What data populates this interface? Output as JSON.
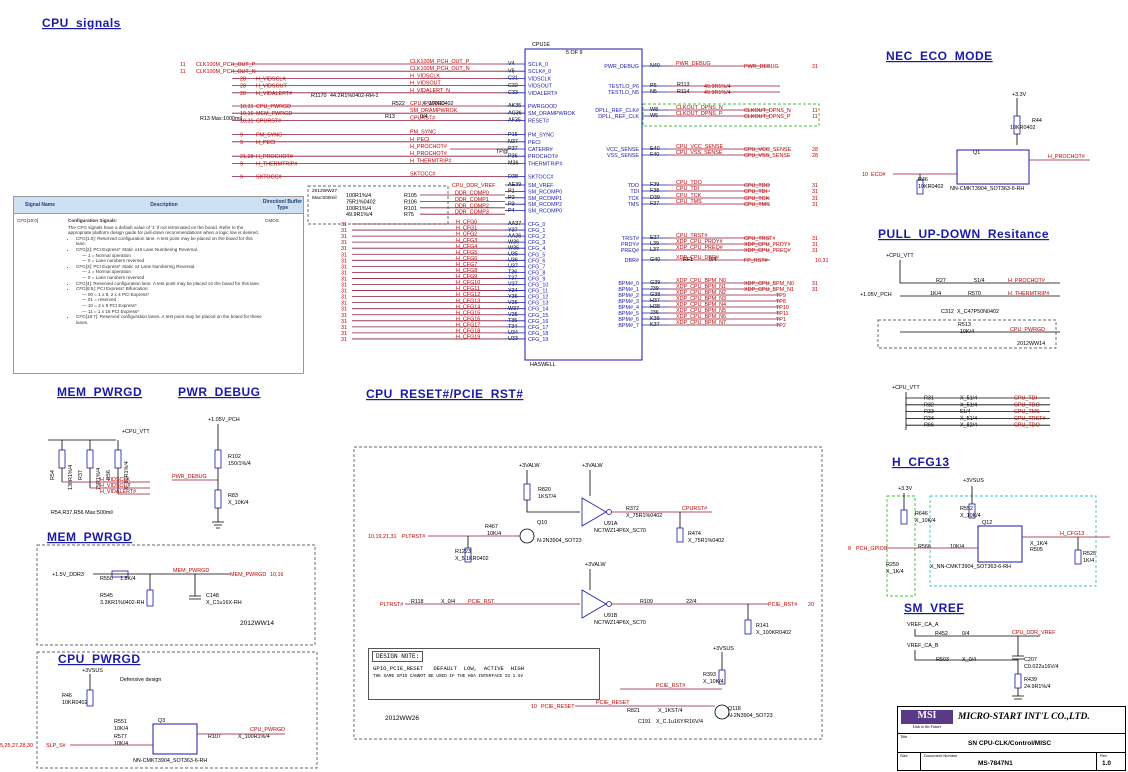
{
  "sections": {
    "cpu_signals": "CPU_signals",
    "nec_eco_mode": "NEC_ECO_MODE",
    "pull_up_down": "PULL_UP-DOWN_Resitance",
    "mem_pwrgd_1": "MEM_PWRGD",
    "pwr_debug": "PWR_DEBUG",
    "cpu_reset": "CPU_RESET#/PCIE_RST#",
    "mem_pwrgd_2": "MEM_PWRGD",
    "cpu_pwrgd": "CPU_PWRGD",
    "h_cfg13": "H_CFG13",
    "sm_vref": "SM_VREF"
  },
  "cpu": {
    "ref": "CPU1E",
    "part": "5 OF 9",
    "name": "HASWELL",
    "left_pins": [
      "SCLK_0",
      "SCLK#_0",
      "VIDSCLK",
      "VIDSOUT",
      "VIDALERT#",
      "PWRGOOD",
      "SM_DRAMPWROK",
      "RESET#",
      "PM_SYNC",
      "PECI",
      "CATERR#",
      "PROCHOT#",
      "THERMTRIP#",
      "SKTOCC#",
      "SM_VREF",
      "SM_RCOMP0",
      "SM_RCOMP1",
      "SM_RCOMP2",
      "SM_RCOMP0",
      "CFG_0",
      "CFG_1",
      "CFG_2",
      "CFG_3",
      "CFG_4",
      "CFG_5",
      "CFG_6",
      "CFG_7",
      "CFG_8",
      "CFG_9",
      "CFG_10",
      "CFG_11",
      "CFG_12",
      "CFG_13",
      "CFG_14",
      "CFG_15",
      "CFG_16",
      "CFG_17",
      "CFG_18",
      "CFG_19"
    ],
    "left_numbers": [
      "V4",
      "V5",
      "C31",
      "C32",
      "C33",
      "AK35",
      "AG36",
      "AF35",
      "P16",
      "N37",
      "P37",
      "P36",
      "M36",
      "D38",
      "AE39",
      "P1",
      "P2",
      "P3",
      "P4",
      "AA37",
      "Y37",
      "AA36",
      "W36",
      "W35",
      "U35",
      "U36",
      "U37",
      "T36",
      "T37",
      "V37",
      "Y34",
      "Y36",
      "V36",
      "W37",
      "V35",
      "T35",
      "T34",
      "U34",
      "U33"
    ],
    "right_pins": [
      "PWR_DEBUG",
      "TESTLO_P6",
      "TESTLO_N5",
      "DPLL_REF_CLK#",
      "DPLL_REF_CLK",
      "VCC_SENSE",
      "VSS_SENSE",
      "TDO",
      "TDI",
      "TCK",
      "TMS",
      "TRST#",
      "PRDY#",
      "PREQ#",
      "DBR#",
      "BPM#_0",
      "BPM#_1",
      "BPM#_2",
      "BPM#_3",
      "BPM#_4",
      "BPM#_5",
      "BPM#_6",
      "BPM#_7"
    ],
    "right_numbers": [
      "N40",
      "P6",
      "N5",
      "W8",
      "W5",
      "E40",
      "F40",
      "F39",
      "F38",
      "D39",
      "F37",
      "E37",
      "L39",
      "L37",
      "G40",
      "G39",
      "J39",
      "G38",
      "H37",
      "H38",
      "J36",
      "K39",
      "K37"
    ]
  },
  "left_nets": [
    {
      "page": "11",
      "net": "CLK100M_PCH_OUT_P",
      "inner": "CLK100M_PCH_OUT_P"
    },
    {
      "page": "11",
      "net": "CLK100M_PCH_OUT_N",
      "inner": "CLK100M_PCH_OUT_N"
    },
    {
      "page": "28",
      "net": "H_VIDSCLK",
      "inner": "H_VIDSCLK"
    },
    {
      "page": "28",
      "net": "H_VIDSOUT",
      "inner": "H_VIDSOUT"
    },
    {
      "page": "28",
      "net": "H_VIDALERT#",
      "inner": "H_VIDALERT_N"
    },
    {
      "page": "10,31",
      "net": "CPU_PWRGD",
      "inner": "CPU_PWRGD"
    },
    {
      "page": "10,16",
      "net": "MEM_PWRGD",
      "inner": "SM_DRAMPWROK"
    },
    {
      "page": "10,31",
      "net": "CPURST#",
      "inner": "CPURST#"
    },
    {
      "page": "9",
      "net": "PM_SYNC",
      "inner": "PM_SYNC"
    },
    {
      "page": "9",
      "net": "H_PECI",
      "inner": "H_PECI"
    },
    {
      "page": "",
      "net": "",
      "inner": "H_PROCHOT#"
    },
    {
      "page": "21,28",
      "net": "H_PROCHOT#",
      "inner": "H_PROCHOT#"
    },
    {
      "page": "9",
      "net": "H_THERMTRIP#",
      "inner": "H_THERMTRIP#"
    },
    {
      "page": "9",
      "net": "SKTOCC#",
      "inner": "SKTOCC#"
    }
  ],
  "left_refs": {
    "r1170": "R1170",
    "r1170_val": "44.2R1%0402-RH-1",
    "r522": "R522",
    "r522_val": "X_100R0402",
    "r13": "R13",
    "r13_val": "0/4",
    "r13_note": "R13 Max:1000mil",
    "tp": "TP@"
  },
  "rcomp": {
    "net": "CPU_DDR_VREF",
    "note": "2012WW27",
    "note2": "Max:500mil",
    "resistors": [
      {
        "ref": "R105",
        "val": "100R1%/4",
        "net": "DDR_COMP0"
      },
      {
        "ref": "R106",
        "val": "75R1%0402",
        "net": "DDR_COMP1"
      },
      {
        "ref": "R101",
        "val": "100R1%/4",
        "net": "DDR_COMP2"
      },
      {
        "ref": "R75",
        "val": "49.9R1%/4",
        "net": "DDR_COMP3"
      }
    ]
  },
  "cfg_nets": [
    "H_CFG0",
    "H_CFG1",
    "H_CFG2",
    "H_CFG3",
    "H_CFG4",
    "H_CFG5",
    "H_CFG6",
    "H_CFG7",
    "H_CFG8",
    "H_CFG9",
    "H_CFG10",
    "H_CFG11",
    "H_CFG12",
    "H_CFG13",
    "H_CFG14",
    "H_CFG15",
    "H_CFG16",
    "H_CFG17",
    "H_CFG18",
    "H_CFG19"
  ],
  "cfg_page": "31",
  "right_nets": [
    {
      "inner": "PWR_DEBUG",
      "outer": "PWR_DEBUG",
      "page": "31"
    },
    {
      "inner": "R113",
      "outer": "49.9R1%/4",
      "page": ""
    },
    {
      "inner": "R114",
      "outer": "49.9R1%/4",
      "page": ""
    },
    {
      "inner": "CLKOUT_DPNS_N",
      "outer": "CLKOUT_DPNS_N",
      "page": "11"
    },
    {
      "inner": "CLKOUT_DPNS_P",
      "outer": "CLKOUT_DPNS_P",
      "page": "11"
    },
    {
      "inner": "CPU_VCC_SENSE",
      "outer": "CPU_VCC_SENSE",
      "page": "28"
    },
    {
      "inner": "CPU_VSS_SENSE",
      "outer": "CPU_VSS_SENSE",
      "page": "28"
    },
    {
      "inner": "CPU_TDO",
      "outer": "CPU_TDO",
      "page": "31"
    },
    {
      "inner": "CPU_TDI",
      "outer": "CPU_TDI",
      "page": "31"
    },
    {
      "inner": "CPU_TCK",
      "outer": "CPU_TCK",
      "page": "31"
    },
    {
      "inner": "CPU_TMS",
      "outer": "CPU_TMS",
      "page": "31"
    },
    {
      "inner": "CPU_TRST#",
      "outer": "CPU_TRST#",
      "page": "31"
    },
    {
      "inner": "XDP_CPU_PRDY#",
      "outer": "XDP_CPU_PRDY#",
      "page": "31"
    },
    {
      "inner": "XDP_CPU_PREQ#",
      "outer": "XDP_CPU_PREQ#",
      "page": "31"
    },
    {
      "inner": "XDP_CPU_DBR#",
      "outer": "FP_RST#",
      "page": "10,31"
    },
    {
      "inner": "XDP_CPU_BPM_N0",
      "outer": "XDP_CPU_BPM_N0",
      "page": "31"
    },
    {
      "inner": "XDP_CPU_BPM_N1",
      "outer": "XDP_CPU_BPM_N1",
      "page": "31"
    },
    {
      "inner": "XDP_CPU_BPM_N2",
      "outer": "TP9",
      "page": ""
    },
    {
      "inner": "XDP_CPU_BPM_N3",
      "outer": "TP8",
      "page": ""
    },
    {
      "inner": "XDP_CPU_BPM_N4",
      "outer": "TP10",
      "page": ""
    },
    {
      "inner": "XDP_CPU_BPM_N5",
      "outer": "TP11",
      "page": ""
    },
    {
      "inner": "XDP_CPU_BPM_N6",
      "outer": "TP1",
      "page": ""
    },
    {
      "inner": "XDP_CPU_BPM_N7",
      "outer": "TP2",
      "page": ""
    }
  ],
  "right_refs": {
    "r113": "R113",
    "r114": "R114",
    "rf1": "RF1",
    "rf1_val": "0/4"
  },
  "sig_table": {
    "h_name": "Signal Name",
    "h_desc": "Description",
    "h_dir": "Direction/ Buffer Type",
    "name": "CFG[19:0]",
    "dir": "CMOS",
    "title": "Configuration Signals:",
    "intro": "The CFG signals have a default value of '1' if not terminated on the board. Refer to the appropriate platform design guide for pull-down recommendations when a logic low is desired.",
    "items": [
      {
        "t": "CFG[1:0]: Reserved configuration lane. A test point may be placed on the board for this lane.",
        "sub": false
      },
      {
        "t": "CFG[2]: PCI Express* Static x16 Lane Numbering Reversal.",
        "sub": false
      },
      {
        "t": "— 1 = Normal operation",
        "sub": true
      },
      {
        "t": "— 0 = Lane numbers reversed",
        "sub": true
      },
      {
        "t": "CFG[3]: PCI Express* Static x4 Lane Numbering Reversal.",
        "sub": false
      },
      {
        "t": "— 1 = Normal operation",
        "sub": true
      },
      {
        "t": "— 0 = Lane numbers reversed",
        "sub": true
      },
      {
        "t": "CFG[4]: Reserved configuration lane. A test point may be placed on the board for this lane.",
        "sub": false
      },
      {
        "t": "CFG[6:5]: PCI Express* Bifurcation:",
        "sub": false
      },
      {
        "t": "— 00 = 1 x 8, 2 x 4 PCI Express*",
        "sub": true
      },
      {
        "t": "— 01 = reserved",
        "sub": true
      },
      {
        "t": "— 10 = 2 x 8 PCI Express*",
        "sub": true
      },
      {
        "t": "— 11 = 1 x 16 PCI Express*",
        "sub": true
      },
      {
        "t": "CFG[19:7]: Reserved configuration lanes. A test point may be placed on the board for these lanes.",
        "sub": false
      }
    ]
  },
  "nec": {
    "rail": "+3.3V",
    "r44": "R44",
    "r44_val": "10KR0402",
    "q": "Q1",
    "q_part": "NN-CMKT3904_SOT363-6-RH",
    "r46": "R46",
    "r46_val": "10KR0402",
    "eco": "ECO#",
    "eco_page": "10",
    "out": "H_PROCHOT#"
  },
  "pud": {
    "rail": "+CPU_VTT",
    "r27": "R27",
    "r27_val": "51/4",
    "r27_net": "H_PROCHOT#",
    "pch": "+1.05V_PCH",
    "r570": "R570",
    "r570_val": "1K/4",
    "r570_net": "H_THERMTRIP#",
    "c312": "C312",
    "c312_val": "X_C47P50N0402",
    "r513": "R513",
    "r513_val": "10K/4",
    "r513_net": "CPU_PWRGD",
    "note": "2012WW14"
  },
  "jtag": {
    "rail": "+CPU_VTT",
    "items": [
      {
        "ref": "R31",
        "val": "X_51/4",
        "net": "CPU_TDI"
      },
      {
        "ref": "R32",
        "val": "X_51/4",
        "net": "CPU_TDO"
      },
      {
        "ref": "R33",
        "val": "51/4",
        "net": "CPU_TMS"
      },
      {
        "ref": "R34",
        "val": "X_51/4",
        "net": "CPU_TRST#"
      },
      {
        "ref": "R66",
        "val": "X_82/4",
        "net": "CPU_TDO"
      }
    ]
  },
  "mem1": {
    "rail": "+CPU_VTT",
    "res": [
      {
        "ref": "R54",
        "val": "130R1%/4"
      },
      {
        "ref": "R37",
        "val": "75R1%/4"
      },
      {
        "ref": "R56",
        "val": "X_50R1%/4"
      }
    ],
    "nets": [
      "H_VIDSCLK",
      "H_VIDSOUT",
      "H_VIDALERT#"
    ],
    "note": "R54,R37,R56 Max:500mil"
  },
  "pwrdbg": {
    "rail": "+1.05V_PCH",
    "r102": "R102",
    "r102_val": "150/1%/4",
    "net": "PWR_DEBUG",
    "r83": "R83",
    "r83_val": "X_10K/4"
  },
  "mem2": {
    "in": "+1.5V_DDR3",
    "r550": "R550",
    "r550_val": "1.8K/4",
    "r545": "R545",
    "r545_val": "3.3KR1%0402-RH",
    "net": "MEM_PWRGD",
    "out": "MEM_PWRGD",
    "out_page": "10,16",
    "c148": "C148",
    "c148_val": "X_C1u16X-RH",
    "note": "2012WW14"
  },
  "cpupwr": {
    "rail": "+3VSUS",
    "r46": "R46",
    "r46_val": "10KR0402",
    "label": "Defensive design",
    "r551": "R551",
    "r551_val": "10K/4",
    "r577": "R577",
    "r577_val": "10K/4",
    "q": "Q3",
    "q_part": "NN-CMKT3904_SOT363-6-RH",
    "r107": "R107",
    "r107_val": "X_100R1%/4",
    "out": "CPU_PWRGD",
    "in": "SLP_S#",
    "in_page": "5,25,27,28,30"
  },
  "reset": {
    "rail1": "+3VALW",
    "rail2": "+3VALW",
    "rail3": "+3VALW",
    "rail4": "+3VSUS",
    "r820": "R820",
    "r820_val": "1KST/4",
    "r372": "R372",
    "r372_val": "X_75R1%0402",
    "cpurst": "CPURST#",
    "u91a": "U91A",
    "u91a_part": "NC7WZ14P6X_SC70",
    "r474": "R474",
    "r474_val": "X_75R1%0402",
    "q10": "Q10",
    "q10_part": "N-2N3904_SOT23",
    "r467": "R467",
    "r467_val": "10K/4",
    "pltrst1": "PLTRST#",
    "pltrst1_page": "10,19,21,31",
    "r1223": "R1223",
    "r1223_val": "X_5.1KR0402",
    "pltrst2": "PLTRST#",
    "r118": "R118",
    "r118_val": "X_0/4",
    "pcie_rst": "PCIE_RST",
    "u91b": "U91B",
    "u91b_part": "NC7WZ14P6X_SC70",
    "r109": "R109",
    "r109_val": "22/4",
    "pcie_out": "PCIE_RST#",
    "pcie_out_page": "20",
    "r141": "R141",
    "r141_val": "X_100KR0402",
    "r393": "R393",
    "r393_val": "X_10K/4",
    "pcie_rst2": "PCIE_RST#",
    "q118": "Q118",
    "q118_part": "N-2N3904_SOT23",
    "r821": "R821",
    "r821_val": "X_1KST/4",
    "c191": "C191",
    "c191_val": "X_C.1u16Y/R16V/4",
    "pcie_reset": "PCIE_RESET",
    "pcie_reset_page": "10",
    "pcie_reset2": "PCIE_RESET",
    "note": "2012WW26"
  },
  "design_note": {
    "title": "DESIGN NOTE:",
    "line1": "GPIO_PCIE_RESET   DEFAULT  LOW,  ACTIVE  HIGH",
    "line2": "THE SAME GPIO CANNOT BE USED IF THE HDA INTERFACE IS 1.5V"
  },
  "hcfg": {
    "rail1": "+3.3V",
    "rail2": "+3VSUS",
    "r646": "R646",
    "r646_val": "X_10K/4",
    "r552": "R552",
    "r552_val": "X_10K/4",
    "q12": "Q12",
    "r505": "R505",
    "r566": "R566",
    "r566_val": "10K/4",
    "out": "H_CFG13",
    "r525": "R525",
    "r525_val": "1K/4",
    "r259": "R259",
    "r259_val": "X_1K/4",
    "part": "X_NN-CMKT3904_SOT363-6-RH",
    "r505_val": "X_1K/4",
    "in": "PCH_GPIO8",
    "in_page": "8"
  },
  "smvref": {
    "a": "VREF_CA_A",
    "b": "VREF_CA_B",
    "r452": "R452",
    "r452_val": "0/4",
    "r503": "R503",
    "r503_val": "X_0/4",
    "out": "CPU_DDR_VREF",
    "c207": "C207",
    "c207_val": "C0.022u16V/4",
    "r439": "R439",
    "r439_val": "24.9R1%/4"
  },
  "title_block": {
    "logo": "MSI",
    "tagline": "Link to the Future",
    "company": "MICRO-START INT'L CO.,LTD.",
    "lbl_title": "Title",
    "title": "SN CPU-CLK/Control/MISC",
    "lbl_size": "Size",
    "lbl_doc": "Document Number",
    "doc": "MS-7847N1",
    "lbl_rev": "Rev",
    "rev": "1.0"
  }
}
